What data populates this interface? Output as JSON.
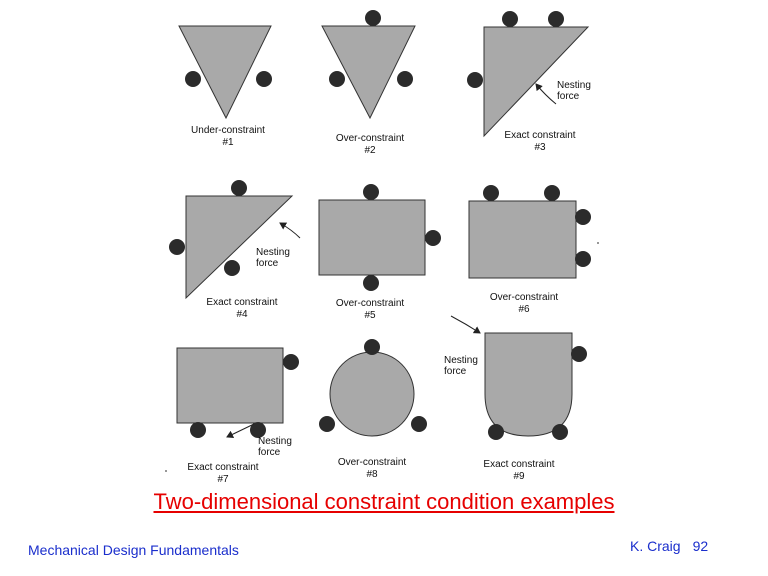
{
  "slide": {
    "title": "Two-dimensional constraint condition examples",
    "footer_left": "Mechanical Design Fundamentals",
    "footer_author": "K. Craig",
    "page_number": "92"
  },
  "figure": {
    "colors": {
      "shape_fill": "#a9a9a9",
      "ball_fill": "#2b2b2b",
      "line": "#222222"
    },
    "panels": [
      {
        "id": 1,
        "caption": "Under-constraint",
        "number": "#1"
      },
      {
        "id": 2,
        "caption": "Over-constraint",
        "number": "#2"
      },
      {
        "id": 3,
        "caption": "Exact constraint",
        "number": "#3",
        "nesting_label": [
          "Nesting",
          "force"
        ]
      },
      {
        "id": 4,
        "caption": "Exact constraint",
        "number": "#4",
        "nesting_label": [
          "Nesting",
          "force"
        ]
      },
      {
        "id": 5,
        "caption": "Over-constraint",
        "number": "#5"
      },
      {
        "id": 6,
        "caption": "Over-constraint",
        "number": "#6"
      },
      {
        "id": 7,
        "caption": "Exact constraint",
        "number": "#7",
        "nesting_label": [
          "Nesting",
          "force"
        ]
      },
      {
        "id": 8,
        "caption": "Over-constraint",
        "number": "#8"
      },
      {
        "id": 9,
        "caption": "Exact constraint",
        "number": "#9",
        "nesting_label": [
          "Nesting",
          "force"
        ]
      }
    ]
  }
}
